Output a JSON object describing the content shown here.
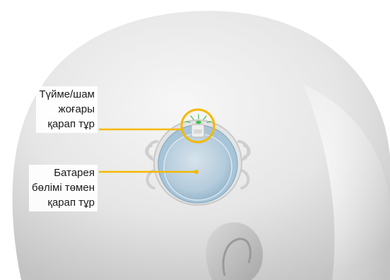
{
  "callouts": {
    "button_light": {
      "lines": [
        "Түйме/шам",
        "жоғары",
        "қарап тұр"
      ]
    },
    "battery": {
      "lines": [
        "Батарея",
        "бөлімі төмен",
        "қарап тұр"
      ]
    }
  },
  "colors": {
    "accent": "#F5B800",
    "head_light": "#f2f2f2",
    "head_shadow": "#bdbdbd",
    "device_blue": "#a9c8dc",
    "status_light": "#3cc24a"
  }
}
